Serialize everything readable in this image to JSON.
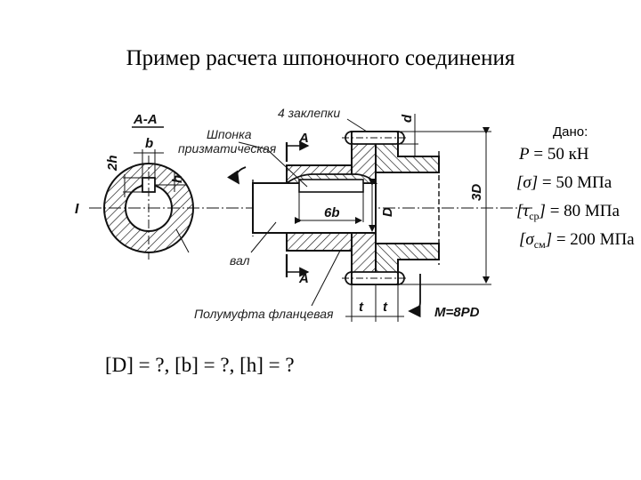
{
  "title": "Пример расчета шпоночного  соединения",
  "given": {
    "label": "Дано:",
    "formulas": [
      {
        "symbol": "P",
        "value": "= 50",
        "unit": "кН"
      },
      {
        "symbol": "[σ]",
        "value": "= 50",
        "unit": "МПа"
      },
      {
        "symbol": "[τ",
        "subscript": "ср",
        "symbol_end": "]",
        "value": "= 80",
        "unit": "МПа"
      },
      {
        "symbol": "[σ",
        "subscript": "см",
        "symbol_end": "]",
        "value": "= 200",
        "unit": "МПа"
      }
    ]
  },
  "unknowns": "[D] = ?, [b] = ?, [h] = ?",
  "drawing": {
    "section_title": "А-А",
    "key_label_1": "Шпонка",
    "key_label_2": "призматическая",
    "rivets_label": "4 заклепки",
    "shaft_label": "вал",
    "flange_label": "Полумуфта фланцевая",
    "section_mark": "A",
    "axis_mark": "I",
    "dim_2h": "2h",
    "dim_b": "b",
    "dim_h": "h",
    "dim_6b": "6b",
    "dim_D": "D",
    "dim_3D": "3D",
    "dim_d": "d",
    "dim_t": "t",
    "moment_label": "M=8PD"
  }
}
